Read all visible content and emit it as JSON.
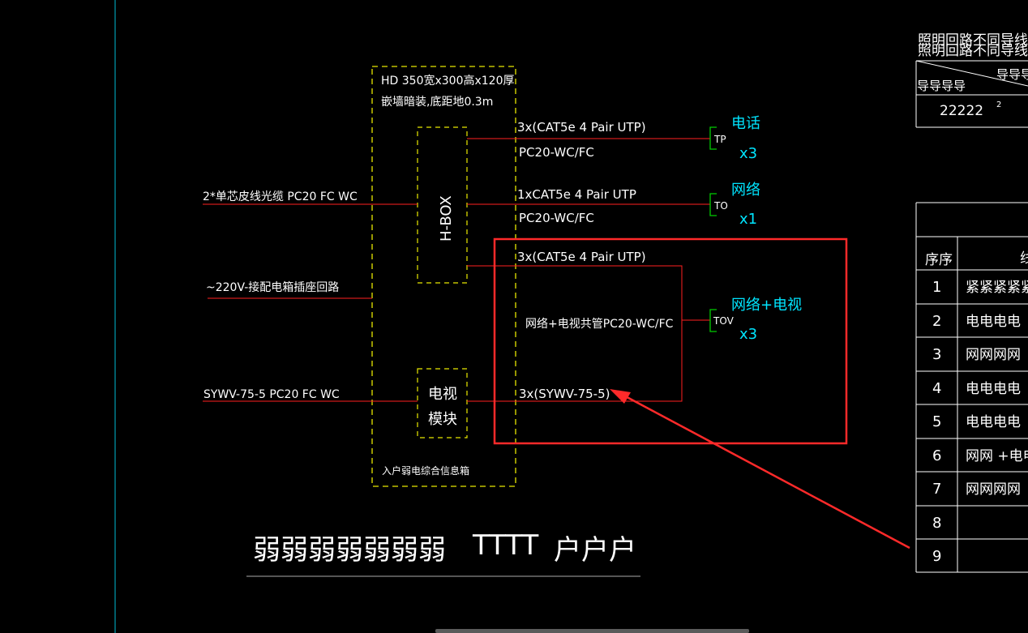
{
  "colors": {
    "background": "#000000",
    "text": "#ffffff",
    "yellow_dashed": "#e8e800",
    "red_wire": "#ff2020",
    "green_terminal": "#00cc00",
    "cyan": "#00e5ff",
    "annotation_red": "#ff2a2a",
    "table_lines": "#ffffff",
    "left_border": "#00bcd4"
  },
  "box": {
    "spec_line1": "HD 350宽x300高x120厚",
    "spec_line2": "嵌墙暗装,底距地0.3m",
    "footer": "入户弱电综合信息箱",
    "hbox_label": "H-BOX",
    "tv_module": [
      "电视",
      "模块"
    ]
  },
  "inputs": {
    "fiber": "2*单芯皮线光缆 PC20 FC WC",
    "power": "~220V-接配电箱插座回路",
    "coax": "SYWV-75-5 PC20 FC WC"
  },
  "outputs": {
    "line1_top": "3x(CAT5e 4 Pair UTP)",
    "line1_bottom": "PC20-WC/FC",
    "line2_top": "1xCAT5e 4 Pair UTP",
    "line2_bottom": "PC20-WC/FC",
    "line3_top": "3x(CAT5e 4 Pair UTP)",
    "line3_middle": "网络+电视共管PC20-WC/FC",
    "line3_bottom": "3x(SYWV-75-5)"
  },
  "terminals": {
    "tp": {
      "code": "TP",
      "name": "电话",
      "qty": "x3"
    },
    "to": {
      "code": "TO",
      "name": "网络",
      "qty": "x1"
    },
    "tov": {
      "code": "TOV",
      "name": "网络+电视",
      "qty": "x3"
    }
  },
  "title": {
    "main": "弱弱弱弱弱弱弱",
    "mid": "TTTT",
    "tail": "户户户"
  },
  "right_table_top": {
    "title1": "照明回路不同导线根数",
    "title2": "照明回路不同导线根数",
    "header_right": "导导导",
    "header_left": "导导导导",
    "value": "22222",
    "value_sup": "2"
  },
  "right_table_list": {
    "col_index": "序序",
    "col_name": "线",
    "rows": [
      {
        "n": "1",
        "name": "紧紧紧紧紧紧"
      },
      {
        "n": "2",
        "name": "电电电电"
      },
      {
        "n": "3",
        "name": "网网网网"
      },
      {
        "n": "4",
        "name": "电电电电"
      },
      {
        "n": "5",
        "name": "电电电电"
      },
      {
        "n": "6",
        "name": "网网 +电电"
      },
      {
        "n": "7",
        "name": "网网网网"
      },
      {
        "n": "8",
        "name": ""
      },
      {
        "n": "9",
        "name": ""
      }
    ]
  }
}
